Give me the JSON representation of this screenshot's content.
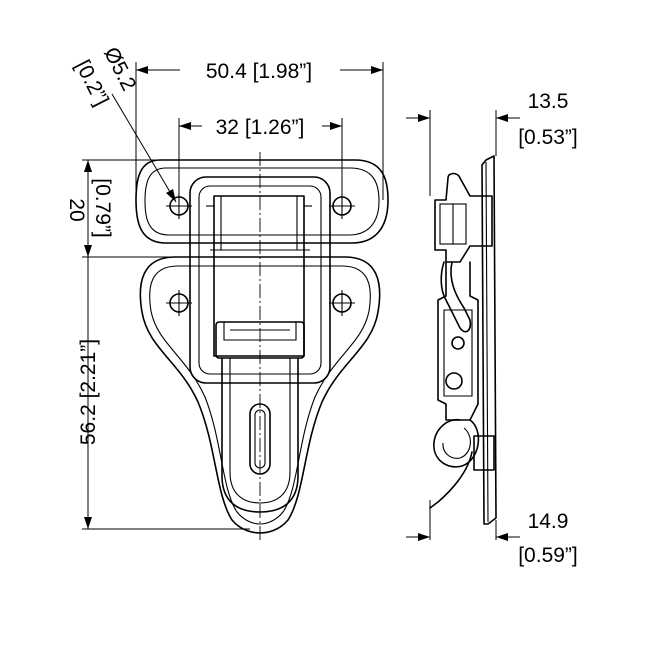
{
  "dimensions": {
    "overall_width": "50.4 [1.98”]",
    "hole_spacing": "32 [1.26”]",
    "hole_diameter": "Ø5.2",
    "hole_diameter_inch": "[0.2”]",
    "top_height": "20",
    "top_height_inch": "[0.79”]",
    "body_height": "56.2 [2.21”]",
    "top_depth": "13.5",
    "top_depth_inch": "[0.53”]",
    "bottom_depth": "14.9",
    "bottom_depth_inch": "[0.59”]"
  }
}
